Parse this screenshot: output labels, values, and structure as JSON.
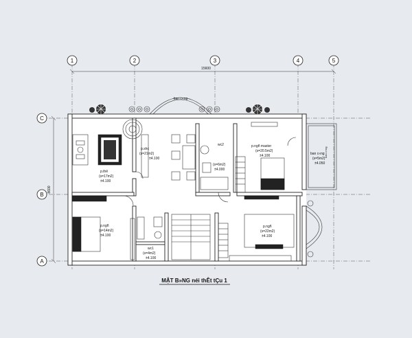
{
  "drawing": {
    "title": "MẶT B»NG néi thÊt tÇu 1",
    "grid_columns": [
      "1",
      "2",
      "3",
      "4",
      "5"
    ],
    "grid_rows": [
      "C",
      "B",
      "A"
    ],
    "dimension_top": "15600",
    "dimension_left": "8600"
  },
  "rooms": {
    "balcony_top": {
      "name": "ban c«ng"
    },
    "living": {
      "name": "p.thê",
      "area": "(s=17m2)",
      "level": "±4.100"
    },
    "dining": {
      "name": "p.shc",
      "area": "(s=21m2)",
      "level": "±4.100"
    },
    "wc2": {
      "name": "wc2",
      "area": "(s=6m2)",
      "level": "±4.000"
    },
    "master": {
      "name": "p.ngñ master",
      "area": "(s=20.5m2)",
      "level": "±4.100"
    },
    "balcony_right": {
      "name": "ban c«ng",
      "area": "(s=5m2)",
      "level": "±4.050"
    },
    "balcony_side": {
      "name": "ban c«ng"
    },
    "bed1": {
      "name": "p.ngñ",
      "area": "(s=14m2)",
      "level": "±4.100"
    },
    "wc1": {
      "name": "wc1",
      "area": "(s=4m2)",
      "level": "±4.100"
    },
    "bed2": {
      "name": "p.ngñ",
      "area": "(s=22m2)",
      "level": "±4.100"
    }
  },
  "colors": {
    "background": "#e7eaee",
    "paper": "#ffffff",
    "ink": "#222222"
  }
}
